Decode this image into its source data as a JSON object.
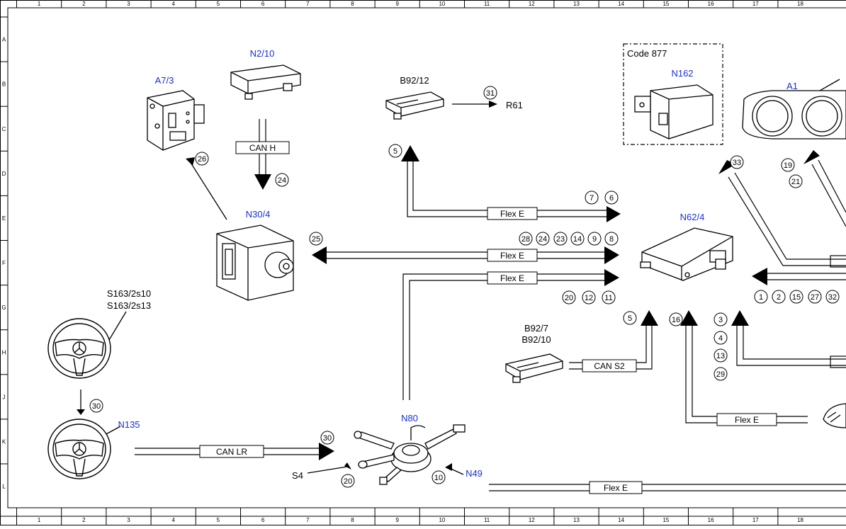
{
  "grid": {
    "columns": [
      "1",
      "2",
      "3",
      "4",
      "5",
      "6",
      "7",
      "8",
      "9",
      "10",
      "11",
      "12",
      "13",
      "14",
      "15",
      "16",
      "17",
      "18"
    ],
    "rows": [
      "A",
      "B",
      "C",
      "D",
      "E",
      "F",
      "G",
      "H",
      "J",
      "K",
      "L"
    ]
  },
  "components": {
    "a7_3": "A7/3",
    "n2_10": "N2/10",
    "b92_12": "B92/12",
    "code877": "Code 877",
    "n162": "N162",
    "a1": "A1",
    "n30_4": "N30/4",
    "n62_4": "N62/4",
    "s163a": "S163/2s10",
    "s163b": "S163/2s13",
    "b92_7": "B92/7",
    "b92_10": "B92/10",
    "n135": "N135",
    "n80": "N80",
    "s4": "S4",
    "n49": "N49",
    "r61": "R61"
  },
  "buses": {
    "can_h": "CAN H",
    "flex_e": "Flex E",
    "can_s2": "CAN S2",
    "can_lr": "CAN LR"
  },
  "callouts": {
    "c26": "26",
    "c24": "24",
    "c5": "5",
    "c31": "31",
    "c33": "33",
    "c19": "19",
    "c21": "21",
    "c7": "7",
    "c6": "6",
    "c25": "25",
    "c28": "28",
    "c24b": "24",
    "c23": "23",
    "c14": "14",
    "c9": "9",
    "c8": "8",
    "c20": "20",
    "c12": "12",
    "c11": "11",
    "c1": "1",
    "c2": "2",
    "c15": "15",
    "c27": "27",
    "c32": "32",
    "c5b": "5",
    "c16": "16",
    "c3": "3",
    "c4": "4",
    "c13": "13",
    "c29": "29",
    "c30": "30",
    "c30b": "30",
    "c20b": "20",
    "c10": "10"
  }
}
